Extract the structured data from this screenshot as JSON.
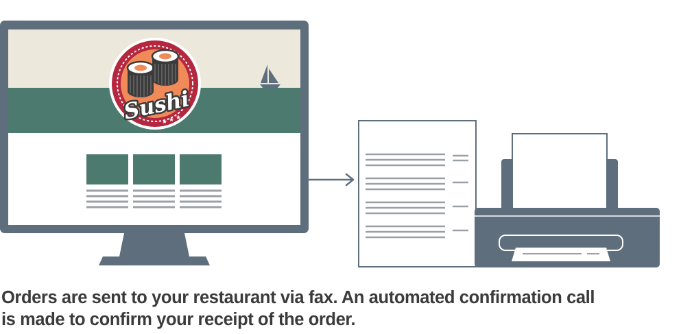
{
  "logo": {
    "text": "Sushi"
  },
  "caption": {
    "line1": "Orders are sent to your restaurant via fax. An automated confirmation call",
    "line2": "is made to confirm your receipt of the order."
  },
  "colors": {
    "slate": "#5e6e7d",
    "teal": "#4d7a6e",
    "cream": "#ece9dc",
    "logo_red": "#b5263f",
    "logo_orange": "#f08a59",
    "line_gray": "#9aa0a6",
    "caption_text": "#3b3b3b"
  },
  "icons": [
    "sailboat-icon",
    "fax-machine-icon",
    "arrow-right-icon",
    "sushi-logo"
  ]
}
